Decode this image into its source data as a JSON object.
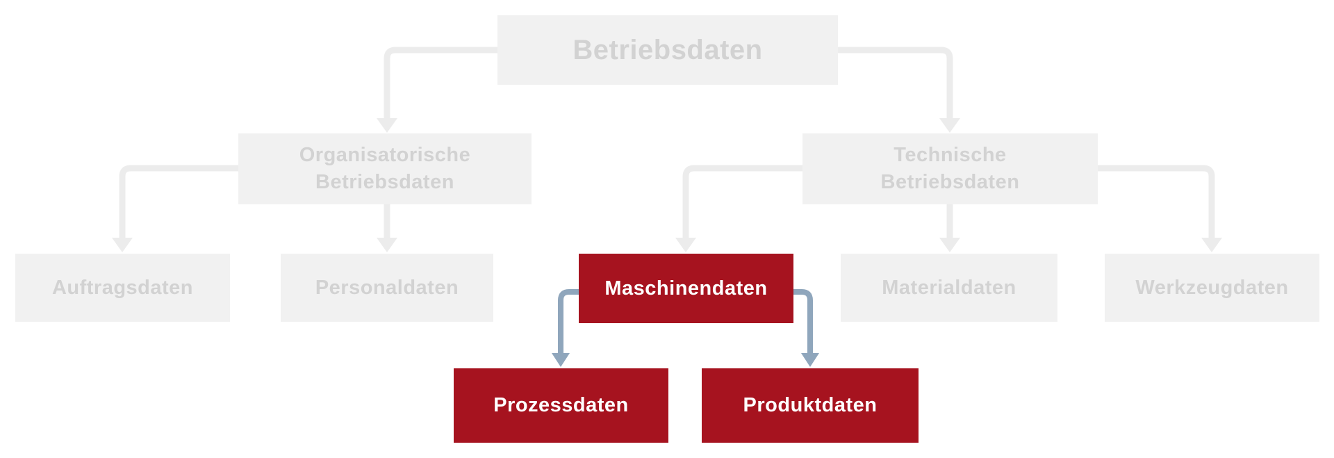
{
  "diagram": {
    "title": "Betriebsdaten",
    "colors": {
      "box_gray": "#f1f1f1",
      "text_gray": "#d2d2d2",
      "red": "#a6131f",
      "arrow_gray": "#ececec",
      "arrow_blue": "#8fa6bc"
    },
    "nodes": {
      "betriebsdaten": {
        "label": "Betriebsdaten",
        "highlighted": false
      },
      "organisatorische": {
        "label": "Organisatorische\nBetriebsdaten",
        "highlighted": false
      },
      "technische": {
        "label": "Technische\nBetriebsdaten",
        "highlighted": false
      },
      "auftragsdaten": {
        "label": "Auftragsdaten",
        "highlighted": false
      },
      "personaldaten": {
        "label": "Personaldaten",
        "highlighted": false
      },
      "maschinendaten": {
        "label": "Maschinendaten",
        "highlighted": true
      },
      "materialdaten": {
        "label": "Materialdaten",
        "highlighted": false
      },
      "werkzeugdaten": {
        "label": "Werkzeugdaten",
        "highlighted": false
      },
      "prozessdaten": {
        "label": "Prozessdaten",
        "highlighted": true
      },
      "produktdaten": {
        "label": "Produktdaten",
        "highlighted": true
      }
    },
    "edges": [
      {
        "from": "Betriebsdaten",
        "to": "Organisatorische Betriebsdaten",
        "color": "gray"
      },
      {
        "from": "Betriebsdaten",
        "to": "Technische Betriebsdaten",
        "color": "gray"
      },
      {
        "from": "Organisatorische Betriebsdaten",
        "to": "Auftragsdaten",
        "color": "gray"
      },
      {
        "from": "Organisatorische Betriebsdaten",
        "to": "Personaldaten",
        "color": "gray"
      },
      {
        "from": "Technische Betriebsdaten",
        "to": "Maschinendaten",
        "color": "gray"
      },
      {
        "from": "Technische Betriebsdaten",
        "to": "Materialdaten",
        "color": "gray"
      },
      {
        "from": "Technische Betriebsdaten",
        "to": "Werkzeugdaten",
        "color": "gray"
      },
      {
        "from": "Maschinendaten",
        "to": "Prozessdaten",
        "color": "blue"
      },
      {
        "from": "Maschinendaten",
        "to": "Produktdaten",
        "color": "blue"
      }
    ]
  }
}
